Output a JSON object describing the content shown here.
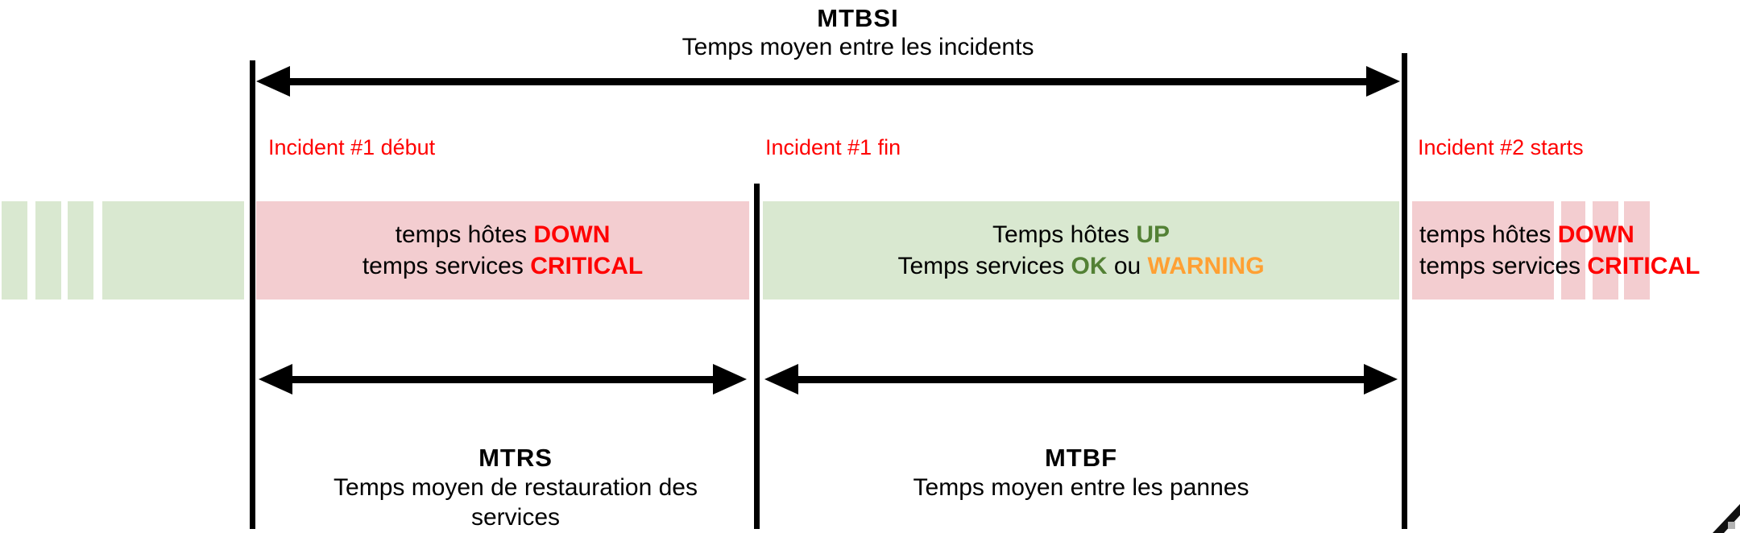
{
  "title": {
    "acronym": "MTBSI",
    "subtitle": "Temps moyen entre les incidents"
  },
  "markers": {
    "incident1_start": "Incident #1 début",
    "incident1_end": "Incident #1 fin",
    "incident2_start": "Incident #2 starts"
  },
  "bands": {
    "down_left": {
      "line1_prefix": "temps hôtes ",
      "line1_status": "DOWN",
      "line2_prefix": "temps services ",
      "line2_status": "CRITICAL"
    },
    "up": {
      "line1_prefix": "Temps hôtes ",
      "line1_status": "UP",
      "line2_prefix": "Temps services ",
      "line2_status_ok": "OK",
      "line2_conjunction": " ou ",
      "line2_status_warning": "WARNING"
    },
    "down_right": {
      "line1_prefix": "temps hôtes ",
      "line1_status": "DOWN",
      "line2_prefix": "temps services ",
      "line2_status": "CRITICAL"
    }
  },
  "measures": {
    "mtrs": {
      "acronym": "MTRS",
      "label": "Temps moyen de restauration des services"
    },
    "mtbf": {
      "acronym": "MTBF",
      "label": "Temps moyen entre les pannes"
    }
  },
  "colors": {
    "band_up_green": "#d9e8d0",
    "band_down_pink": "#f3cdd0",
    "incident_red": "#ff0000",
    "status_green": "#538135",
    "status_orange": "#ffa033",
    "line_black": "#000000"
  }
}
